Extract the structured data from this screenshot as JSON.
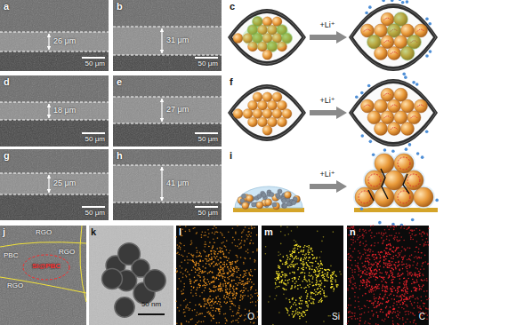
{
  "diagram": {
    "labels": [
      "a",
      "26 μm",
      "50 μm",
      "b",
      "31 μm",
      "50 μm",
      "c",
      "+Li⁺",
      "d",
      "18 μm",
      "50 μm",
      "e",
      "27 μm",
      "50 μm",
      "f",
      "+Li⁺",
      "g",
      "25 μm",
      "50 μm",
      "h",
      "41 μm",
      "50 μm",
      "i",
      "+Li⁺",
      "j",
      "RGO",
      "RGO",
      "PBC",
      "RGO",
      "Si@PBC",
      "k",
      "50 nm",
      "l",
      "O",
      "m",
      "Si",
      "n",
      "C"
    ]
  }
}
